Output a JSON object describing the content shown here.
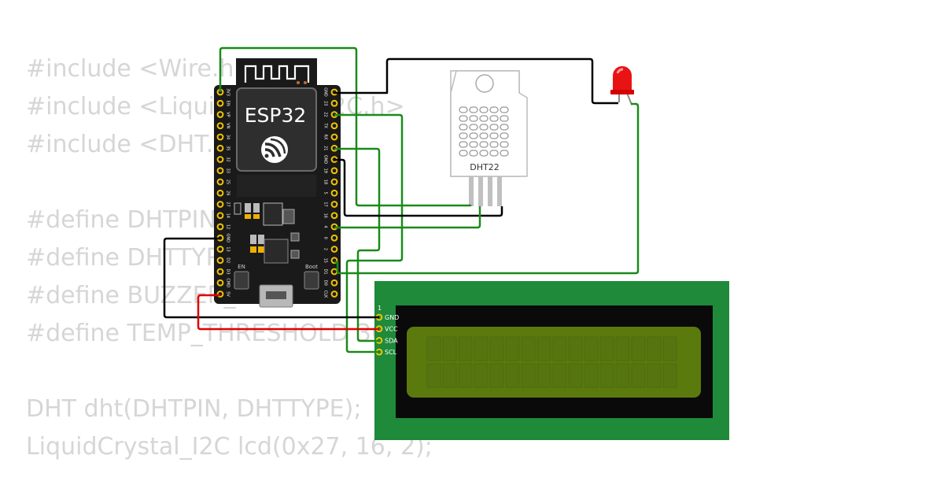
{
  "code": {
    "lines": [
      "#include <Wire.h>",
      "#include <LiquidCrystal_I2C.h>",
      "#include <DHT.h>",
      "",
      "#define DHTPIN 15",
      "#define DHTTYPE DHT22",
      "#define BUZZER_PIN 4",
      "#define TEMP_THRESHOLD 30",
      "",
      "DHT dht(DHTPIN, DHTTYPE);",
      "LiquidCrystal_I2C lcd(0x27, 16, 2);"
    ]
  },
  "esp32": {
    "label": "ESP32",
    "button_en": "EN",
    "button_boot": "Boot",
    "left_pins": [
      "3V3",
      "EN",
      "VP",
      "VN",
      "34",
      "35",
      "32",
      "33",
      "25",
      "26",
      "27",
      "14",
      "12",
      "GND",
      "13",
      "D2",
      "D3",
      "CMD",
      "5V"
    ],
    "right_pins": [
      "GND",
      "23",
      "22",
      "TX",
      "RX",
      "21",
      "GND",
      "19",
      "18",
      "5",
      "17",
      "16",
      "4",
      "0",
      "2",
      "15",
      "D1",
      "D0",
      "CLK"
    ]
  },
  "dht22": {
    "label": "DHT22"
  },
  "lcd": {
    "pin1_marker": "1",
    "pins": [
      "GND",
      "VCC",
      "SDA",
      "SCL"
    ]
  },
  "colors": {
    "wire_green": "#1a8a1a",
    "wire_black": "#000000",
    "wire_red": "#e00000",
    "board": "#1a1a1a",
    "header_pin": "#f2c400",
    "lcd_pcb": "#1e8a3a",
    "lcd_screen": "#5a7a0e"
  },
  "icons": [
    "wifi-antenna-icon",
    "espressif-logo-icon",
    "red-led-icon"
  ]
}
